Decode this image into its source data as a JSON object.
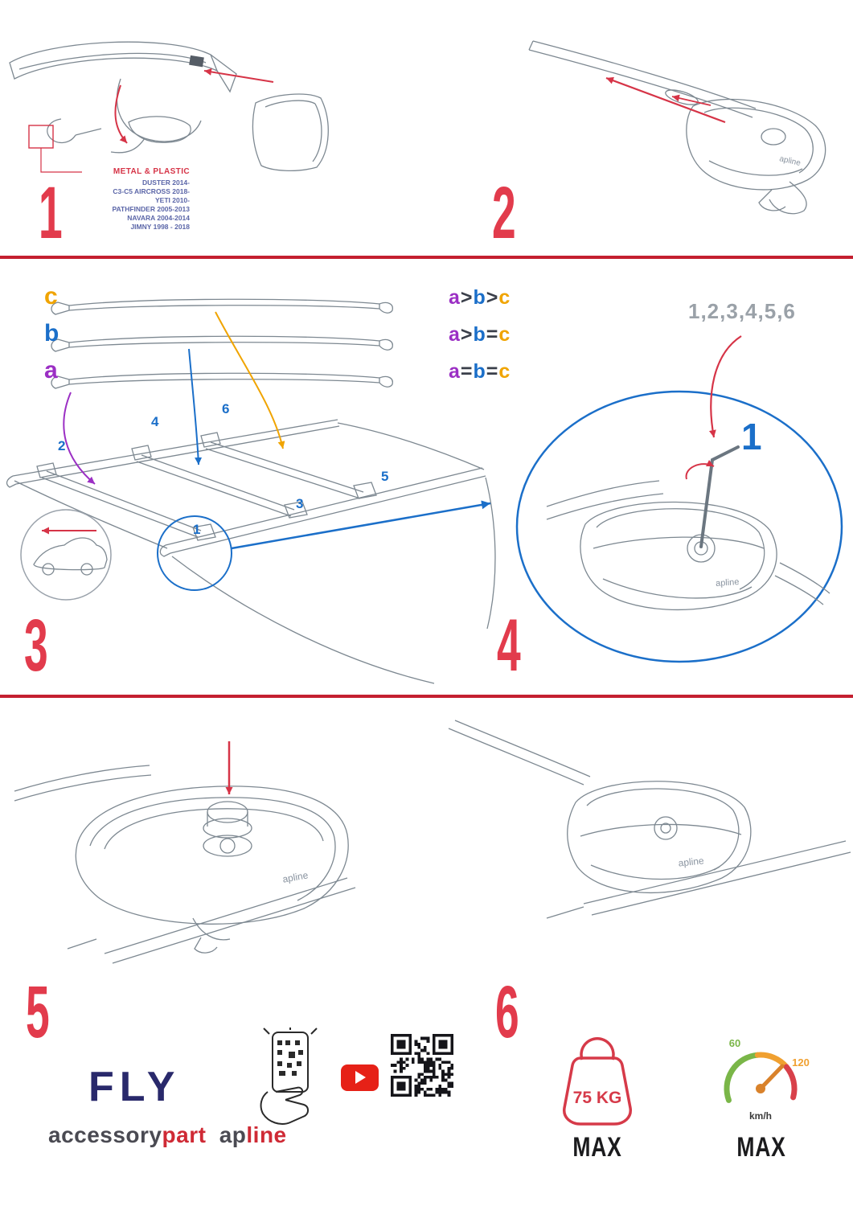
{
  "product_brand": "apline",
  "steps": {
    "n1": "1",
    "n2": "2",
    "n3": "3",
    "n4": "4",
    "n5": "5",
    "n6": "6"
  },
  "section1": {
    "material": "METAL & PLASTIC",
    "models": [
      "DUSTER 2014-",
      "C3-C5 AIRCROSS 2018-",
      "YETI 2010-",
      "PATHFINDER 2005-2013",
      "NAVARA 2004-2014",
      "JIMNY 1998 - 2018"
    ]
  },
  "section3": {
    "bars": {
      "c": "c",
      "b": "b",
      "a": "a"
    },
    "rows": [
      {
        "t1": "a",
        "o1": ">",
        "t2": "b",
        "o2": ">",
        "t3": "c"
      },
      {
        "t1": "a",
        "o1": ">",
        "t2": "b",
        "o2": "=",
        "t3": "c"
      },
      {
        "t1": "a",
        "o1": "=",
        "t2": "b",
        "o2": "=",
        "t3": "c"
      }
    ],
    "positions": {
      "p1": "1",
      "p2": "2",
      "p3": "3",
      "p4": "4",
      "p5": "5",
      "p6": "6"
    }
  },
  "section4": {
    "sequence": "1,2,3,4,5,6",
    "first": "1"
  },
  "footer": {
    "fly": "FLY",
    "brand_gray": "accessory",
    "brand_red": "part",
    "brand2_gray": "ap",
    "brand2_red": "line",
    "weight": {
      "value": "75 KG",
      "max": "MAX"
    },
    "speed": {
      "low": "60",
      "high": "120",
      "unit": "km/h",
      "max": "MAX"
    }
  }
}
